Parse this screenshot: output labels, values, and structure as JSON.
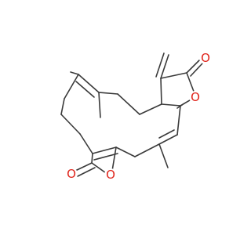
{
  "molecule": {
    "atoms": {
      "o_carbonyl_top": "O",
      "o_ring_top": "O",
      "o_carbonyl_bottom": "O",
      "o_ring_bottom": "O"
    },
    "colors": {
      "bond": "#3a3a3a",
      "oxygen": "#e0241b",
      "background": "#ffffff"
    }
  }
}
